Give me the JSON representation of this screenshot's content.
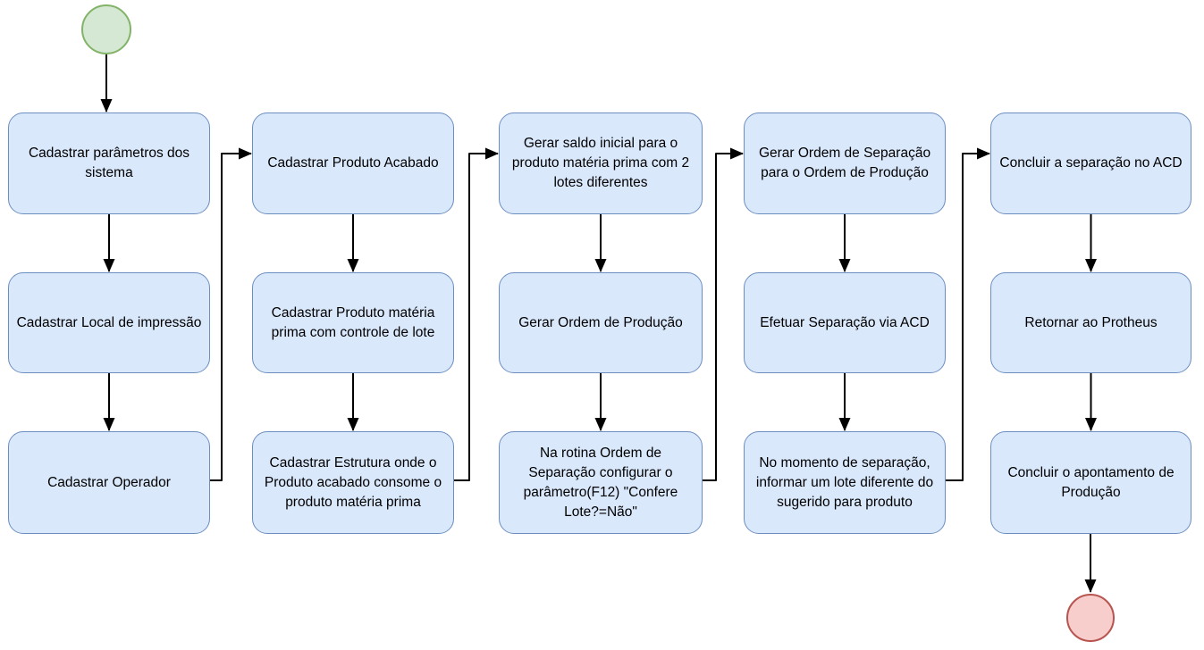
{
  "diagram": {
    "type": "flowchart",
    "columns": [
      {
        "steps": [
          "Cadastrar parâmetros dos sistema",
          "Cadastrar Local de impressão",
          "Cadastrar Operador"
        ]
      },
      {
        "steps": [
          "Cadastrar Produto Acabado",
          "Cadastrar Produto matéria prima com controle de lote",
          "Cadastrar Estrutura onde o Produto acabado consome o produto matéria prima"
        ]
      },
      {
        "steps": [
          "Gerar saldo inicial para o produto matéria prima com 2 lotes diferentes",
          "Gerar Ordem de Produção",
          "Na rotina Ordem de Separação configurar o parâmetro(F12) \"Confere Lote?=Não\""
        ]
      },
      {
        "steps": [
          "Gerar Ordem de Separação para o Ordem de Produção",
          "Efetuar Separação via ACD",
          "No momento de separação, informar um lote diferente do sugerido para produto"
        ]
      },
      {
        "steps": [
          "Concluir a separação no ACD",
          "Retornar ao Protheus",
          "Concluir o apontamento de Produção"
        ]
      }
    ],
    "start_node": {
      "shape": "circle",
      "fill": "#d5e8d4",
      "stroke": "#82b366"
    },
    "end_node": {
      "shape": "circle",
      "fill": "#f8cecc",
      "stroke": "#b85450"
    },
    "step_style": {
      "fill": "#dae8fc",
      "stroke": "#6c8ebf",
      "text_color": "#000000"
    },
    "connector_color": "#000000"
  }
}
